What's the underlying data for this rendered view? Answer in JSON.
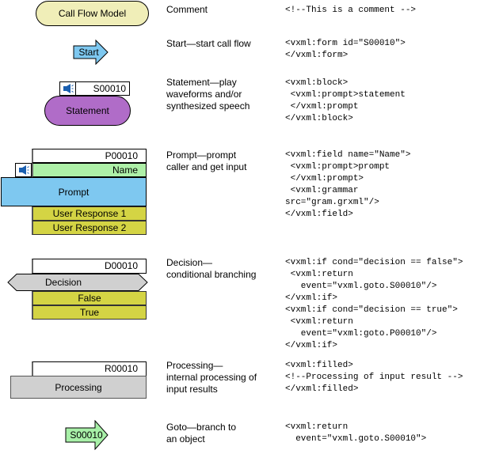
{
  "rows": [
    {
      "shape": {
        "label": "Call Flow Model",
        "fill": "#f0eeb8"
      },
      "description": "Comment",
      "code": "<!--This is a comment -->"
    },
    {
      "shape": {
        "label": "Start",
        "fill": "#7ec8f0"
      },
      "description": "Start—start call flow",
      "code": "<vxml:form id=\"S00010\">\n</vxml:form>"
    },
    {
      "shape": {
        "id": "S00010",
        "label": "Statement",
        "fill": "#b06cc8",
        "icon": "speaker-icon"
      },
      "description": "Statement—play\nwaveforms and/or\nsynthesized speech",
      "code": "<vxml:block>\n <vxml:prompt>statement\n </vxml:prompt\n</vxml:block>"
    },
    {
      "shape": {
        "id": "P00010",
        "name": "Name",
        "label": "Prompt",
        "responses": [
          "User Response 1",
          "User Response 2"
        ],
        "fill": "#7ec8f0",
        "name_fill": "#aef0a8",
        "icon": "speaker-icon"
      },
      "description": "Prompt—prompt\ncaller and get input",
      "code": "<vxml:field name=\"Name\">\n <vxml:prompt>prompt\n </vxml:prompt>\n <vxml:grammar\nsrc=\"gram.grxml\"/>\n</vxml:field>"
    },
    {
      "shape": {
        "id": "D00010",
        "label": "Decision",
        "branches": [
          "False",
          "True"
        ],
        "fill": "#d0d0d0"
      },
      "description": "Decision—\nconditional branching",
      "code": "<vxml:if cond=\"decision == false\">\n <vxml:return\n   event=\"vxml.goto.S00010\"/>\n</vxml:if>\n<vxml:if cond=\"decision == true\">\n <vxml:return\n   event=\"vxml:goto.P00010\"/>\n</vxml:if>"
    },
    {
      "shape": {
        "id": "R00010",
        "label": "Processing",
        "fill": "#d0d0d0"
      },
      "description": "Processing—\ninternal processing of\ninput results",
      "code": "<vxml:filled>\n<!--Processing of input result -->\n</vxml:filled>"
    },
    {
      "shape": {
        "label": "S00010",
        "fill": "#a8f0a8"
      },
      "description": "Goto—branch to\nan object",
      "code": "<vxml:return\n  event=\"vxml.goto.S00010\">"
    }
  ]
}
